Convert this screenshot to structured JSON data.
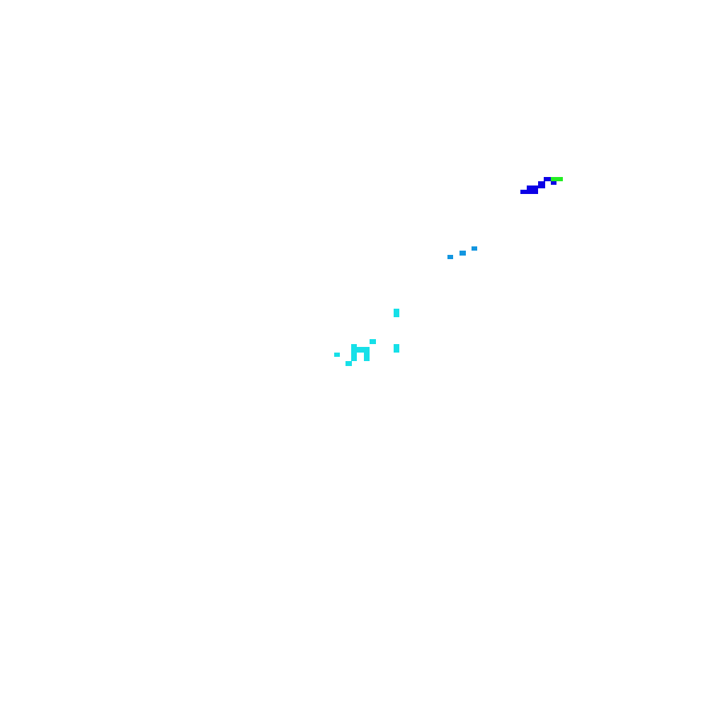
{
  "palette": {
    "background": "#ffffff",
    "cyan": "#16e0e8",
    "sky": "#1396e0",
    "blue": "#0c00e6",
    "green": "#22ee22"
  },
  "clusters": [
    {
      "name": "cyan-cluster",
      "color_key": "cyan"
    },
    {
      "name": "sky-cluster",
      "color_key": "sky"
    },
    {
      "name": "blue-cluster",
      "color_key": "blue"
    },
    {
      "name": "green-segment",
      "color_key": "green"
    }
  ]
}
